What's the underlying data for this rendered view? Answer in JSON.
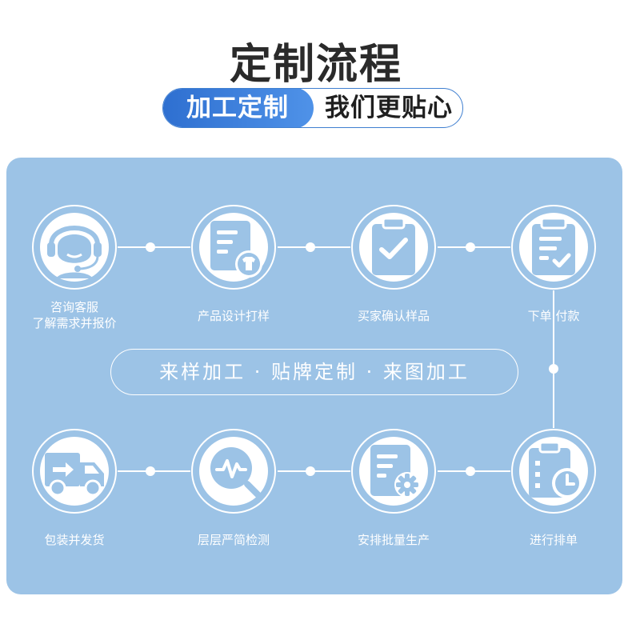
{
  "header": {
    "title": "定制流程",
    "pill_left": "加工定制",
    "pill_right": "我们更贴心"
  },
  "steps_top": [
    {
      "icon": "customer-service-icon",
      "label_line1": "咨询客服",
      "label_line2": "了解需求并报价"
    },
    {
      "icon": "design-doc-icon",
      "label_line1": "产品设计打样",
      "label_line2": ""
    },
    {
      "icon": "clipboard-check-icon",
      "label_line1": "买家确认样品",
      "label_line2": ""
    },
    {
      "icon": "order-payment-icon",
      "label_line1": "下单 付款",
      "label_line2": ""
    }
  ],
  "steps_bottom": [
    {
      "icon": "delivery-truck-icon",
      "label": "包装并发货"
    },
    {
      "icon": "quality-inspection-icon",
      "label": "层层严简检测"
    },
    {
      "icon": "production-settings-icon",
      "label": "安排批量生产"
    },
    {
      "icon": "schedule-clock-icon",
      "label": "进行排单"
    }
  ],
  "center_text": "来样加工 · 贴牌定制 · 来图加工",
  "colors": {
    "panel": "#9cc3e6",
    "accent_blue": "#3f7fd0",
    "white": "#ffffff",
    "title": "#2a2a2a"
  }
}
